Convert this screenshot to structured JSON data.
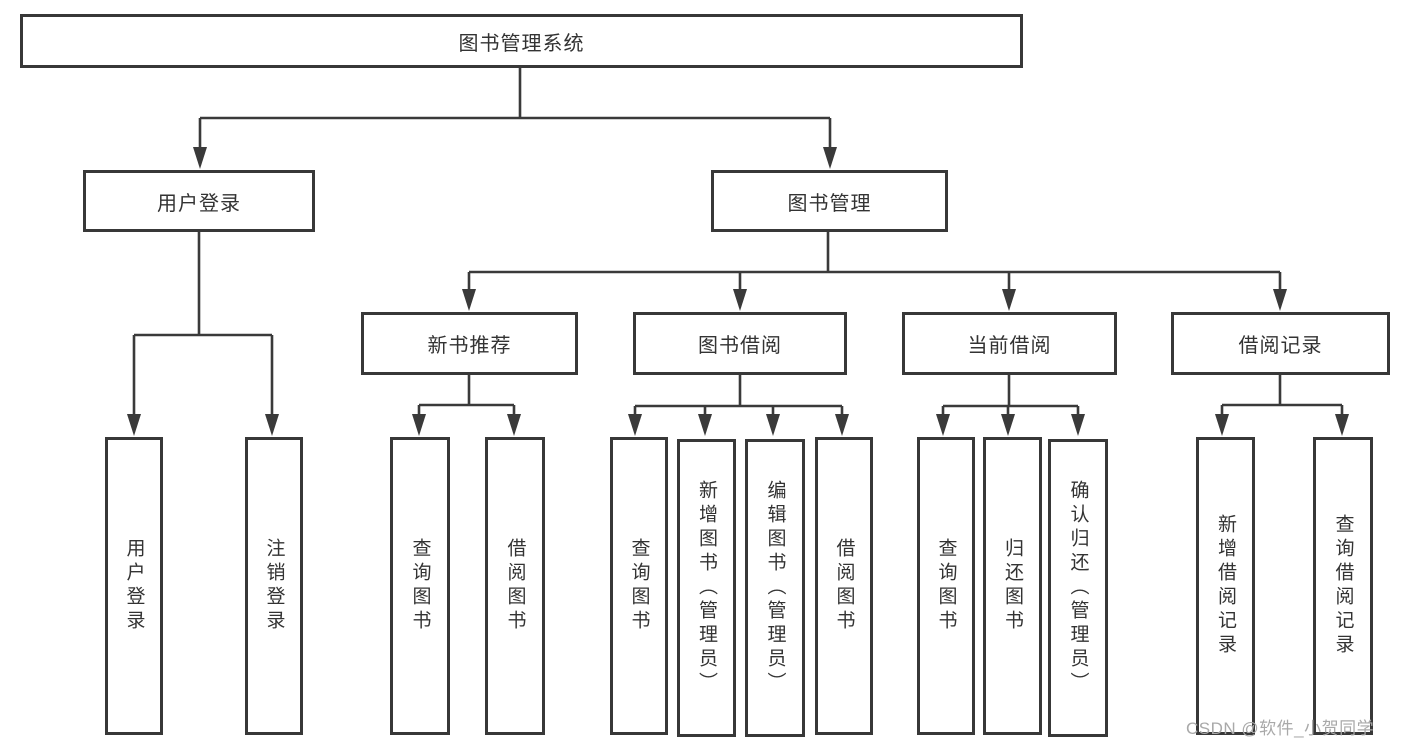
{
  "diagram": {
    "title": "图书管理系统",
    "watermark": "CSDN @软件_小贺同学",
    "level1": [
      {
        "label": "用户登录",
        "children": [
          "用户登录",
          "注销登录"
        ]
      },
      {
        "label": "图书管理"
      }
    ],
    "level2": [
      {
        "label": "新书推荐",
        "children": [
          "查询图书",
          "借阅图书"
        ]
      },
      {
        "label": "图书借阅",
        "children": [
          "查询图书",
          "新增图书（管理员）",
          "编辑图书（管理员）",
          "借阅图书"
        ]
      },
      {
        "label": "当前借阅",
        "children": [
          "查询图书",
          "归还图书",
          "确认归还（管理员）"
        ]
      },
      {
        "label": "借阅记录",
        "children": [
          "新增借阅记录",
          "查询借阅记录"
        ]
      }
    ]
  }
}
